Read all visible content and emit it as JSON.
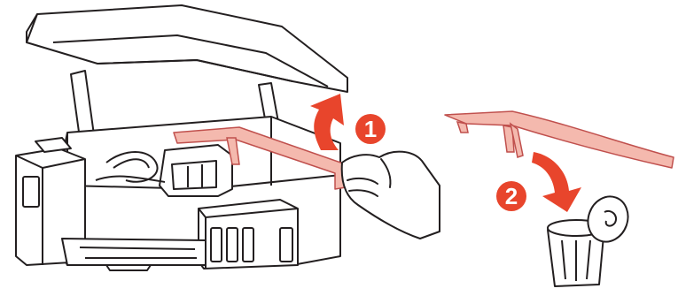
{
  "steps": [
    {
      "number": "1",
      "action": "lift-tape-up"
    },
    {
      "number": "2",
      "action": "discard-tape"
    }
  ],
  "colors": {
    "outline": "#231f20",
    "tape": "#f4b9ae",
    "tape_stroke": "#c0504d",
    "badge": "#e8452c",
    "arrow": "#e8452c",
    "hand": "#ffffff",
    "device": "#ffffff"
  },
  "icons": [
    "printer-illustration",
    "hand-icon",
    "protective-tape",
    "trash-can-icon",
    "curved-arrow-icon"
  ]
}
